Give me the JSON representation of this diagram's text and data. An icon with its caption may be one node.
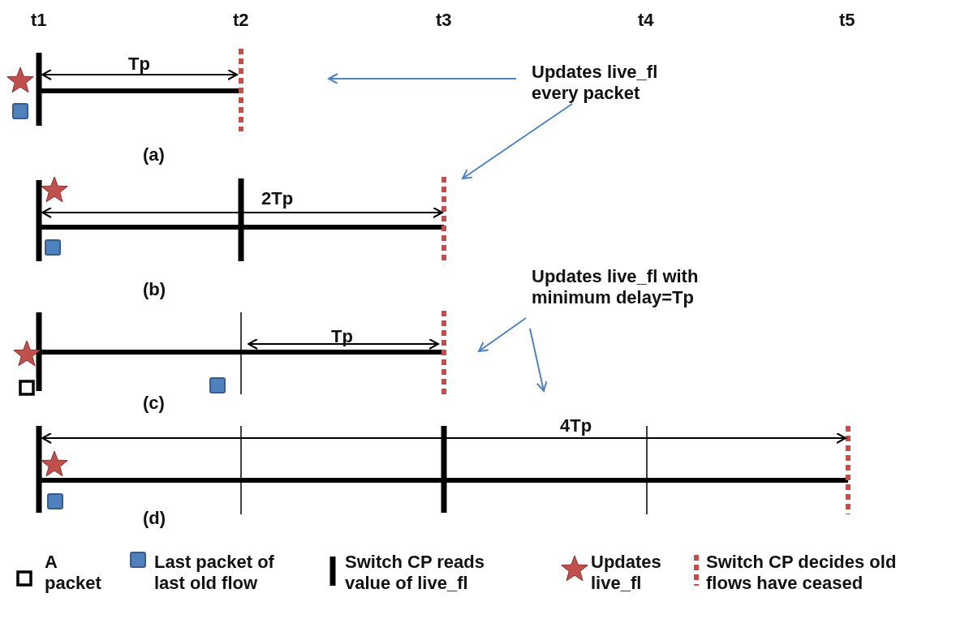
{
  "diagram": {
    "nodes": [
      {
        "text": [
          "Updates live_fl every packet"
        ]
      },
      {
        "text": [
          "Updates live_fl with minimum delay=Tp"
        ]
      }
    ],
    "edges": [
      {
        "from": 0,
        "to": null,
        "arrow": "to"
      },
      {
        "from": 0,
        "to": null,
        "arrow": "to"
      },
      {
        "from": 1,
        "to": null,
        "arrow": "to"
      },
      {
        "from": 1,
        "to": null,
        "arrow": "to"
      }
    ],
    "labels": [
      "t1",
      "t2",
      "t3",
      "t4",
      "t5",
      "Tp",
      "(a)",
      "2Tp",
      "(b)",
      "Tp",
      "(c)",
      "4Tp",
      "(d)"
    ],
    "legend": [
      {
        "text": "A packet"
      },
      {
        "text": "Last packet of last old flow"
      },
      {
        "text": "Switch CP reads value of live_fl"
      },
      {
        "text": "Updates live_fl"
      },
      {
        "text": "Switch CP decides old flows have ceased"
      }
    ]
  }
}
